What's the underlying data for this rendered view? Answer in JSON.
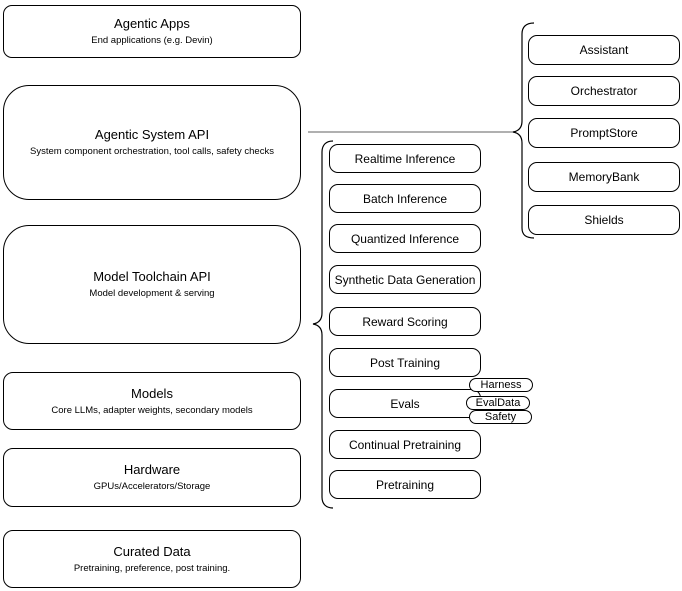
{
  "diagram": {
    "left_column": [
      {
        "title": "Agentic Apps",
        "subtitle": "End applications (e.g. Devin)"
      },
      {
        "title": "Agentic System API",
        "subtitle": "System component orchestration, tool calls, safety checks"
      },
      {
        "title": "Model Toolchain API",
        "subtitle": "Model development & serving"
      },
      {
        "title": "Models",
        "subtitle": "Core LLMs, adapter weights, secondary models"
      },
      {
        "title": "Hardware",
        "subtitle": "GPUs/Accelerators/Storage"
      },
      {
        "title": "Curated Data",
        "subtitle": "Pretraining, preference, post training."
      }
    ],
    "toolchain_items": [
      "Realtime Inference",
      "Batch Inference",
      "Quantized Inference",
      "Synthetic Data Generation",
      "Reward Scoring",
      "Post Training",
      "Evals",
      "Continual Pretraining",
      "Pretraining"
    ],
    "eval_tags": [
      "Harness",
      "EvalData",
      "Safety"
    ],
    "system_components": [
      "Assistant",
      "Orchestrator",
      "PromptStore",
      "MemoryBank",
      "Shields"
    ],
    "colors": {
      "border": "#000000",
      "connector": "#808080",
      "box_fill": "#ffffff",
      "background": "#ffffff"
    }
  }
}
